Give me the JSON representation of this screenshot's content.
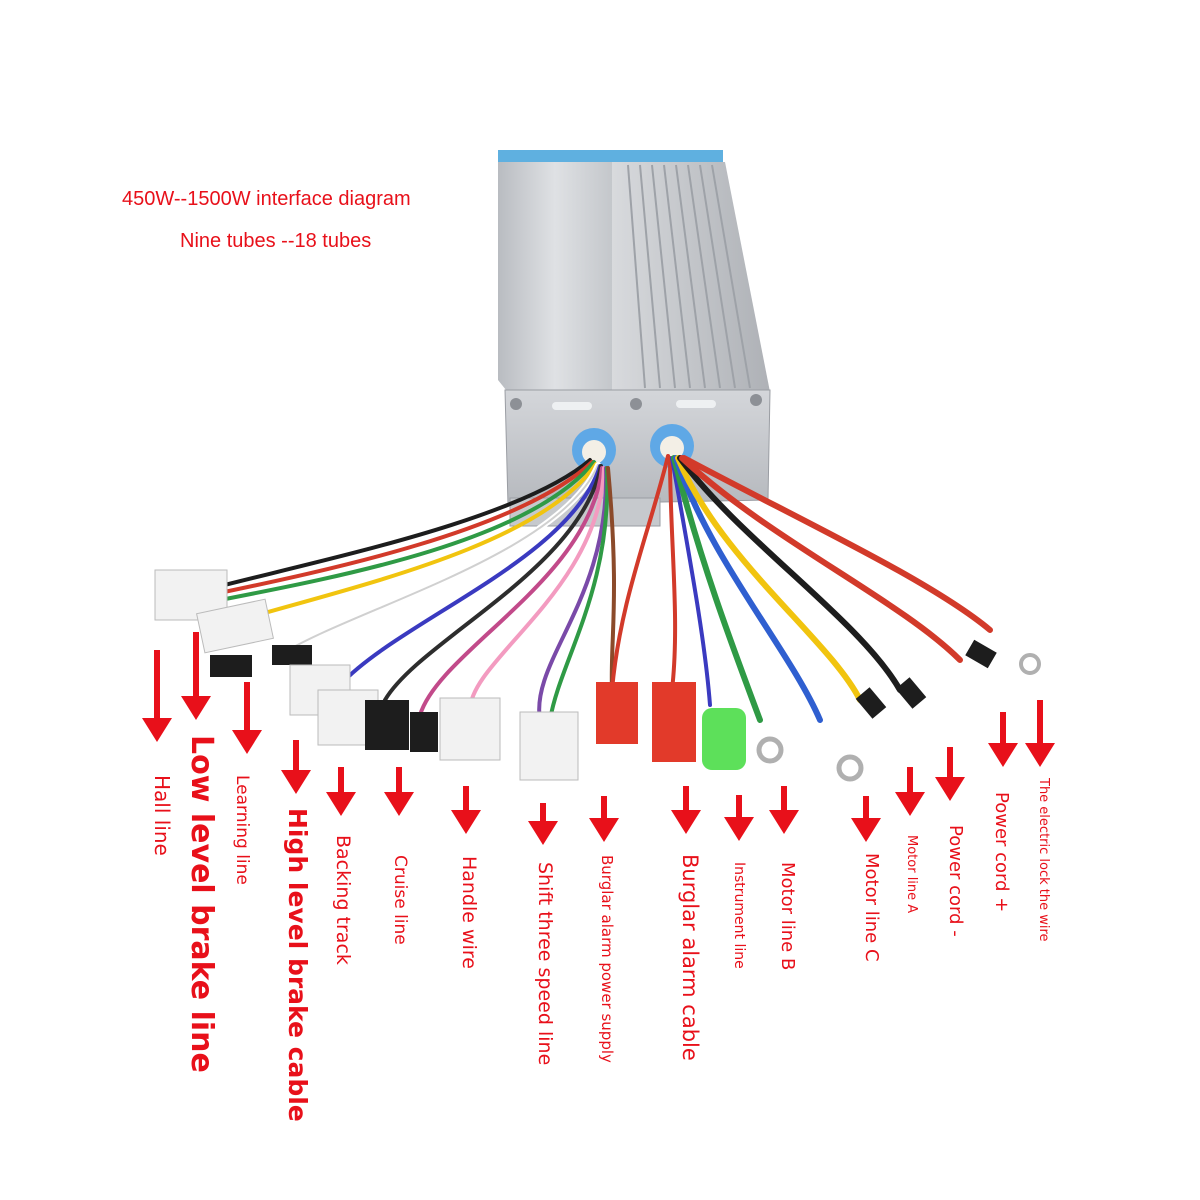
{
  "titles": {
    "line1": "450W--1500W interface diagram",
    "line2": "Nine tubes --18 tubes"
  },
  "colors": {
    "label_red": "#e8101a",
    "housing": "#c9ccd0",
    "end_caps": "#5fb0e0"
  },
  "wire_labels": [
    "Hall line",
    "Low level brake line",
    "Learning line",
    "High level brake cable",
    "Backing track",
    "Cruise line",
    "Handle wire",
    "Shift three speed line",
    "Burglar alarm power supply",
    "Burglar alarm cable",
    "Instrument line",
    "Motor line B",
    "Motor line C",
    "Motor line A",
    "Power cord -",
    "Power cord +",
    "The electric lock the wire"
  ]
}
